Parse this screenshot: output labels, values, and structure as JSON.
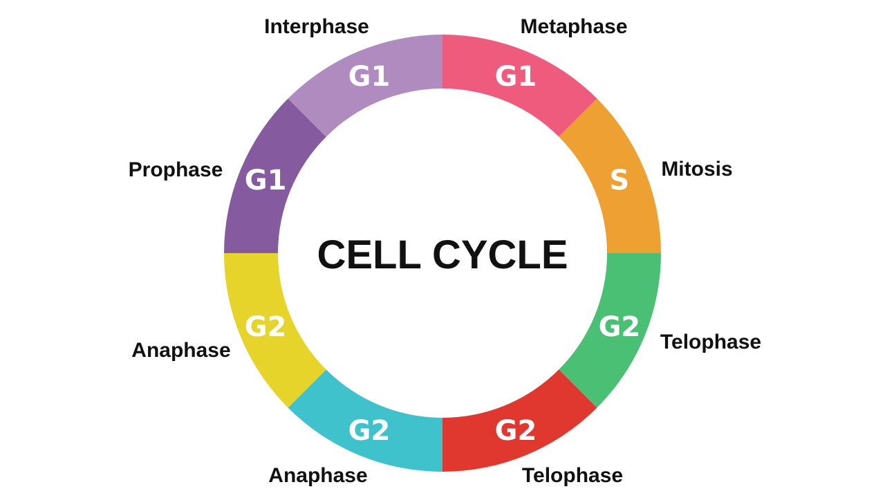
{
  "diagram": {
    "title": "CELL CYCLE",
    "segments": [
      {
        "id": "seg-1",
        "label": "G1",
        "color": "#ef5b7d"
      },
      {
        "id": "seg-2",
        "label": "S",
        "color": "#eea032"
      },
      {
        "id": "seg-3",
        "label": "G2",
        "color": "#4ac074"
      },
      {
        "id": "seg-4",
        "label": "G2",
        "color": "#e0382e"
      },
      {
        "id": "seg-5",
        "label": "G2",
        "color": "#3fc2cc"
      },
      {
        "id": "seg-6",
        "label": "G2",
        "color": "#e6d42a"
      },
      {
        "id": "seg-7",
        "label": "G1",
        "color": "#865a9e"
      },
      {
        "id": "seg-8",
        "label": "G1",
        "color": "#b08bc0"
      }
    ],
    "outer_labels": [
      {
        "id": "metaphase-top",
        "text": "Metaphase"
      },
      {
        "id": "mitosis",
        "text": "Mitosis"
      },
      {
        "id": "telophase-right",
        "text": "Telophase"
      },
      {
        "id": "telophase-bottom",
        "text": "Telophase"
      },
      {
        "id": "anaphase-bottom",
        "text": "Anaphase"
      },
      {
        "id": "anaphase-left",
        "text": "Anaphase"
      },
      {
        "id": "prophase",
        "text": "Prophase"
      },
      {
        "id": "interphase",
        "text": "Interphase"
      }
    ]
  }
}
